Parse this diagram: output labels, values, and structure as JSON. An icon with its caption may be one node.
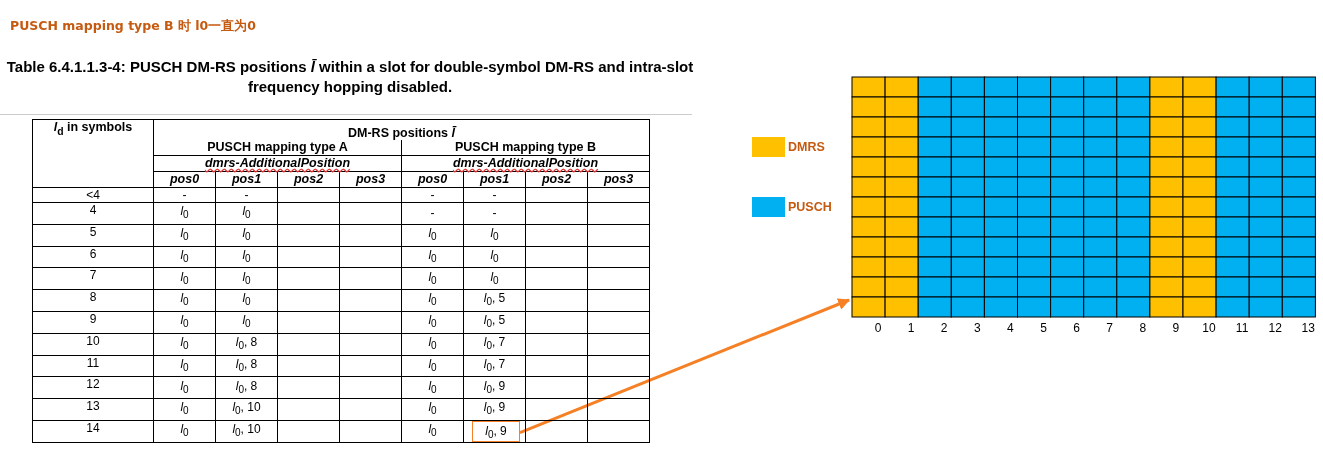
{
  "diagram": {
    "title": "Table 6.4.1.1.3-4: PUSCH DM-RS positions *l̄* within a slot for double-symbol DM-RS and intra-slot frequency hopping disabled.",
    "nodes": [
      {
        "text": [
          "*l*$_{0}$, 9"
        ]
      },
      {
        "text": [],
        "shape": "grid",
        "beside": [
          "0",
          "1",
          "2",
          "3",
          "4",
          "5",
          "6",
          "7",
          "8",
          "9",
          "10",
          "11",
          "12",
          "13"
        ]
      }
    ],
    "edges": [
      {
        "from": 0,
        "to": 1,
        "arrow": "to",
        "color": "#f58025"
      }
    ],
    "labels": [
      "PUSCH mapping type B 时 l0一直为0",
      "*l*$_{d}$ in symbols",
      "DM-RS positions *l̄*",
      "PUSCH mapping type A",
      "PUSCH mapping type B",
      "dmrs-AdditionalPosition",
      "dmrs-AdditionalPosition",
      "pos0",
      "pos1",
      "pos2",
      "pos3",
      "pos0",
      "pos1",
      "pos2",
      "pos3",
      "<4",
      "-",
      "-",
      "-",
      "-",
      "4",
      "*l*$_{0}$",
      "*l*$_{0}$",
      "-",
      "-",
      "5",
      "*l*$_{0}$",
      "*l*$_{0}$",
      "*l*$_{0}$",
      "*l*$_{0}$",
      "6",
      "*l*$_{0}$",
      "*l*$_{0}$",
      "*l*$_{0}$",
      "*l*$_{0}$",
      "7",
      "*l*$_{0}$",
      "*l*$_{0}$",
      "*l*$_{0}$",
      "*l*$_{0}$",
      "8",
      "*l*$_{0}$",
      "*l*$_{0}$",
      "*l*$_{0}$",
      "*l*$_{0}$, 5",
      "9",
      "*l*$_{0}$",
      "*l*$_{0}$",
      "*l*$_{0}$",
      "*l*$_{0}$, 5",
      "10",
      "*l*$_{0}$",
      "*l*$_{0}$, 8",
      "*l*$_{0}$",
      "*l*$_{0}$, 7",
      "11",
      "*l*$_{0}$",
      "*l*$_{0}$, 8",
      "*l*$_{0}$",
      "*l*$_{0}$, 7",
      "12",
      "*l*$_{0}$",
      "*l*$_{0}$, 8",
      "*l*$_{0}$",
      "*l*$_{0}$, 9",
      "13",
      "*l*$_{0}$",
      "*l*$_{0}$, 10",
      "*l*$_{0}$",
      "*l*$_{0}$, 9",
      "14",
      "*l*$_{0}$",
      "*l*$_{0}$, 10",
      "*l*$_{0}$"
    ],
    "legend": [
      {
        "text": "DMRS",
        "color": "#ffc000"
      },
      {
        "text": "PUSCH",
        "color": "#00b0f0"
      }
    ]
  }
}
